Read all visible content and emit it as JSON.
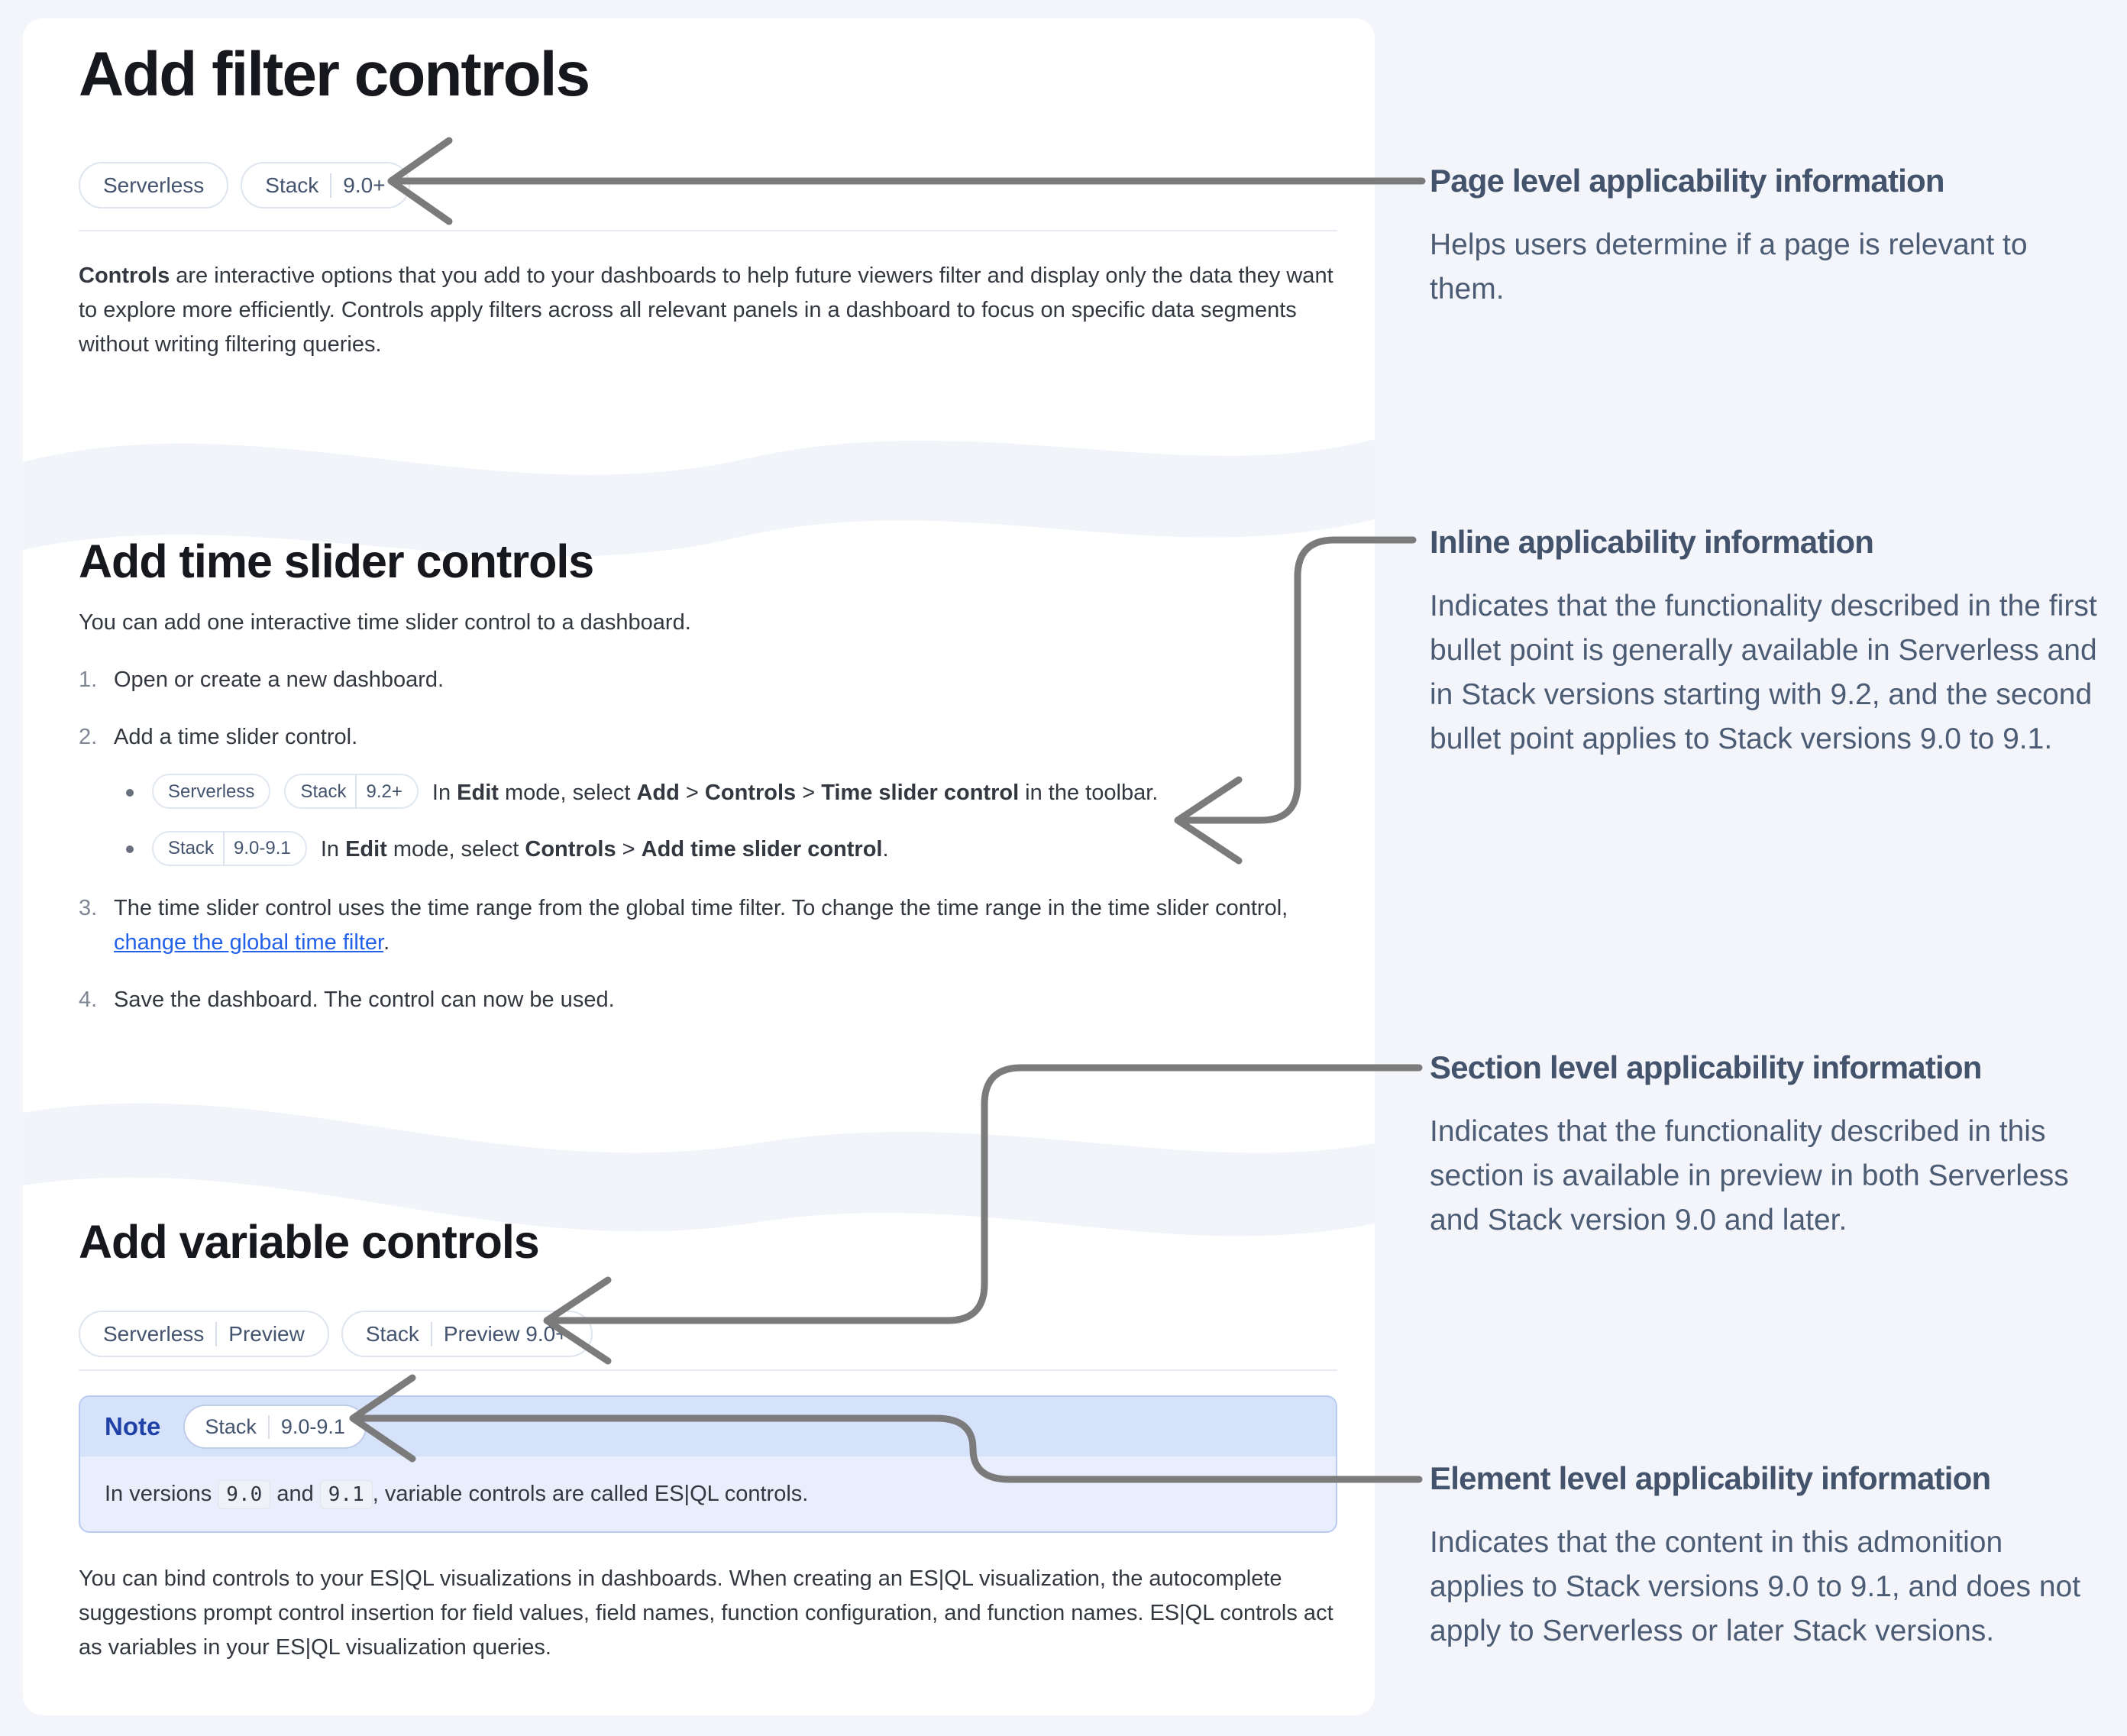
{
  "colors": {
    "page_background": "#f3f5fa",
    "card_background": "#ffffff",
    "heading_text": "#16181d",
    "body_text": "#33373f",
    "annotation_text": "#4c5c74",
    "arrow": "#7b7b7b",
    "link": "#2362e8",
    "note_label": "#1f41a8",
    "note_header_bg": "#d6e2f9",
    "note_body_bg": "#e9eefc",
    "badge_border": "#dfe5ef",
    "badge_text": "#44536e"
  },
  "sections": {
    "filter": {
      "title": "Add filter controls",
      "badges": [
        [
          "Serverless"
        ],
        [
          "Stack",
          "9.0+"
        ]
      ],
      "intro": [
        {
          "t": "Controls",
          "b": true
        },
        {
          "t": " are interactive options that you add to your dashboards to help future viewers filter and display only the data they want to explore more efficiently. Controls apply filters across all relevant panels in a dashboard to focus on specific data segments without writing filtering queries."
        }
      ]
    },
    "time_slider": {
      "title": "Add time slider controls",
      "intro": [
        {
          "t": "You can add one interactive time slider control to a dashboard."
        }
      ],
      "steps": [
        {
          "num": "1.",
          "segments": [
            {
              "t": "Open or create a new dashboard."
            }
          ]
        },
        {
          "num": "2.",
          "segments": [
            {
              "t": "Add a time slider control."
            }
          ]
        },
        {
          "num": "3.",
          "segments": [
            {
              "t": "The time slider control uses the time range from the global time filter. To change the time range in the time slider control, "
            },
            {
              "t": "change the global time filter",
              "link": true
            },
            {
              "t": "."
            }
          ]
        },
        {
          "num": "4.",
          "segments": [
            {
              "t": "Save the dashboard. The control can now be used."
            }
          ]
        }
      ],
      "step2_bullets": [
        {
          "badges": [
            [
              "Serverless"
            ],
            [
              "Stack",
              "9.2+"
            ]
          ],
          "segments": [
            {
              "t": "In "
            },
            {
              "t": "Edit",
              "b": true
            },
            {
              "t": " mode, select "
            },
            {
              "t": "Add",
              "b": true
            },
            {
              "t": " > "
            },
            {
              "t": "Controls",
              "b": true
            },
            {
              "t": " > "
            },
            {
              "t": "Time slider control",
              "b": true
            },
            {
              "t": " in the toolbar."
            }
          ]
        },
        {
          "badges": [
            [
              "Stack",
              "9.0-9.1"
            ]
          ],
          "segments": [
            {
              "t": "In "
            },
            {
              "t": "Edit",
              "b": true
            },
            {
              "t": " mode, select "
            },
            {
              "t": "Controls",
              "b": true
            },
            {
              "t": " > "
            },
            {
              "t": "Add time slider control",
              "b": true
            },
            {
              "t": "."
            }
          ]
        }
      ]
    },
    "variable": {
      "title": "Add variable controls",
      "badges": [
        [
          "Serverless",
          "Preview"
        ],
        [
          "Stack",
          "Preview 9.0+"
        ]
      ],
      "note": {
        "label": "Note",
        "badges": [
          [
            "Stack",
            "9.0-9.1"
          ]
        ],
        "body": [
          {
            "t": "In versions "
          },
          {
            "t": "9.0",
            "code": true
          },
          {
            "t": " and "
          },
          {
            "t": "9.1",
            "code": true
          },
          {
            "t": ", variable controls are called ES|QL controls."
          }
        ]
      },
      "outro": [
        {
          "t": "You can bind controls to your ES|QL visualizations in dashboards. When creating an ES|QL visualization, the autocomplete suggestions prompt control insertion for field values, field names, function configuration, and function names. ES|QL controls act as variables in your ES|QL visualization queries."
        }
      ]
    }
  },
  "annotations": [
    {
      "title": "Page level applicability information",
      "body": "Helps users determine if a page is relevant to them."
    },
    {
      "title": "Inline applicability information",
      "body": "Indicates that the functionality described in the first bullet point is generally available in Serverless and in Stack versions starting with 9.2, and the second bullet point applies to Stack versions 9.0 to 9.1."
    },
    {
      "title": "Section level applicability information",
      "body": "Indicates that the functionality described in this section is available in preview in both Serverless and Stack version 9.0 and later."
    },
    {
      "title": "Element level applicability information",
      "body": "Indicates that the content in this admonition applies to Stack versions 9.0 to 9.1, and does not apply to Serverless or later Stack versions."
    }
  ]
}
